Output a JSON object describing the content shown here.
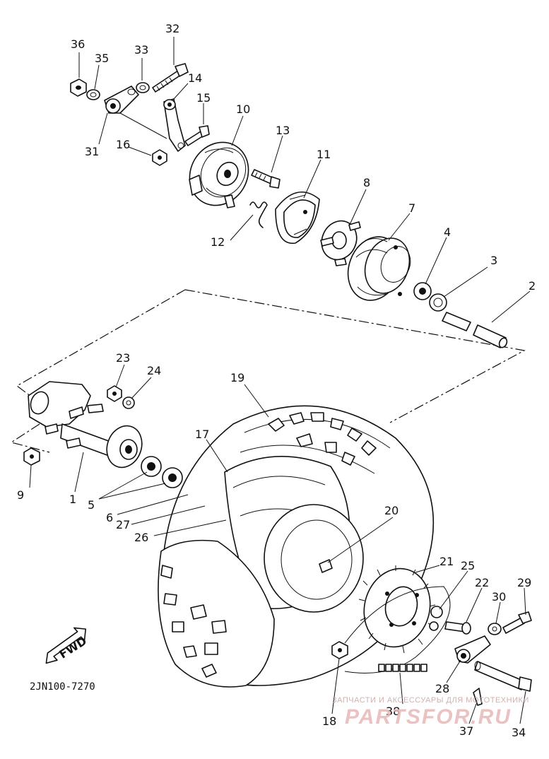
{
  "diagram": {
    "drawing_code": "2JN100-7270",
    "direction_badge": "FWD",
    "callouts": {
      "c1": "1",
      "c2": "2",
      "c3": "3",
      "c4": "4",
      "c5": "5",
      "c6": "6",
      "c7": "7",
      "c8": "8",
      "c9": "9",
      "c10": "10",
      "c11": "11",
      "c12": "12",
      "c13": "13",
      "c14": "14",
      "c15": "15",
      "c16": "16",
      "c17": "17",
      "c18": "18",
      "c19": "19",
      "c20": "20",
      "c21": "21",
      "c22": "22",
      "c23": "23",
      "c24": "24",
      "c25": "25",
      "c26": "26",
      "c27": "27",
      "c28": "28",
      "c29": "29",
      "c30": "30",
      "c31": "31",
      "c32": "32",
      "c33": "33",
      "c34": "34",
      "c35": "35",
      "c36": "36",
      "c37": "37",
      "c38": "38"
    }
  },
  "watermark": {
    "tagline": "ЗАПЧАСТИ И АКСЕССУАРЫ ДЛЯ МОТОТЕХНИКИ",
    "brand": "PARTSFOR.RU",
    "color": "#e8b8b8"
  }
}
